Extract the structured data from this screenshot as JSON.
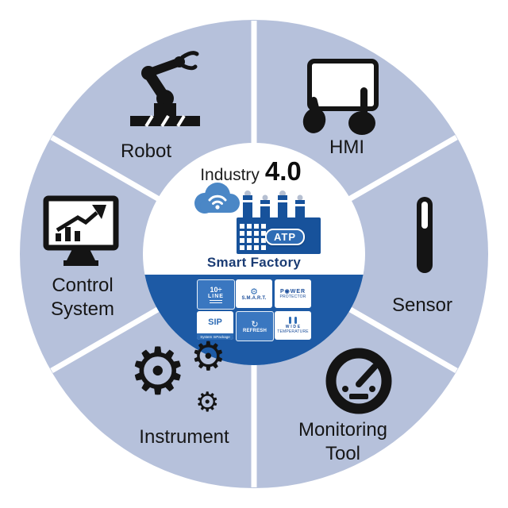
{
  "colors": {
    "ring": "#b6c1db",
    "band": "#1d5aa5",
    "brand_blue": "#2e6cb5",
    "icon_black": "#141414"
  },
  "icons": {
    "gear": "⚙",
    "refresh": "↻"
  },
  "center": {
    "title_word": "Industry",
    "title_version": "4.0",
    "subtitle": "Smart Factory",
    "badge": "ATP",
    "tiles": [
      {
        "line1": "10÷",
        "line2": "LINE"
      },
      {
        "line1": "S.M.A.R.T."
      },
      {
        "line1": "P◉WER",
        "line2": "PROTECTOR"
      },
      {
        "line1": "SIP",
        "line2": "System InPackage"
      },
      {
        "line1": "REFRESH"
      },
      {
        "line1": "W I D E",
        "line2": "TEMPERATURE"
      }
    ]
  },
  "segments": [
    {
      "label": "Robot"
    },
    {
      "label": "HMI"
    },
    {
      "label": "Sensor"
    },
    {
      "label": "Monitoring Tool"
    },
    {
      "label": "Instrument"
    },
    {
      "label": "Control System"
    }
  ]
}
